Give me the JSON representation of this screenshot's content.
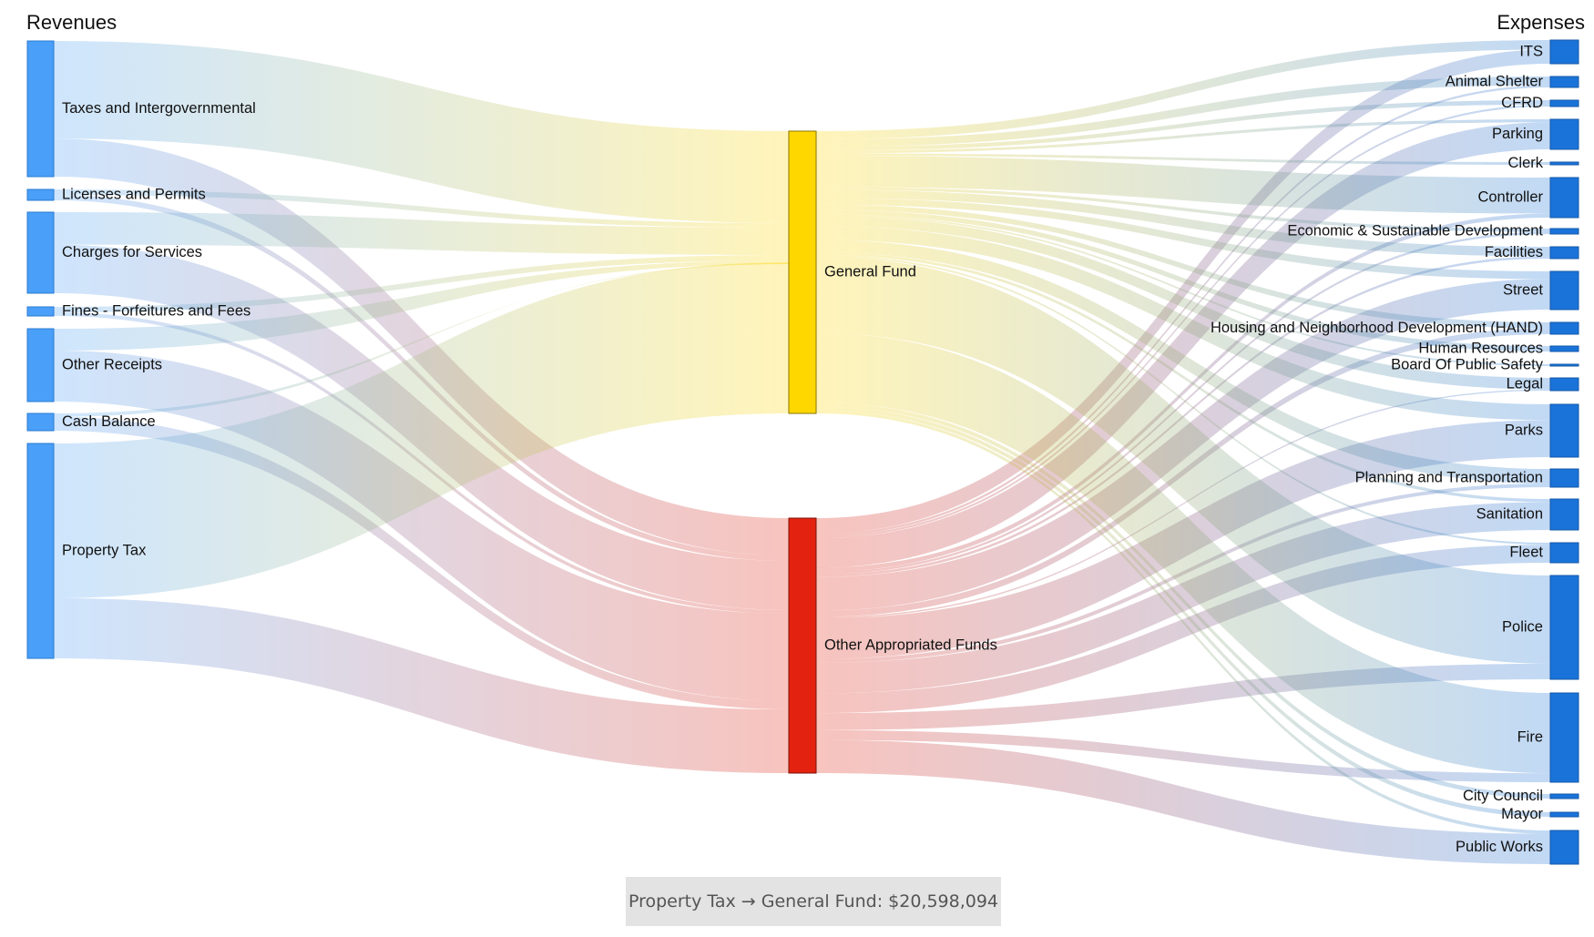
{
  "column_titles": {
    "left": "Revenues",
    "right": "Expenses"
  },
  "tooltip": {
    "text": "Property Tax → General Fund: $20,598,094"
  },
  "colors": {
    "revenue": "#4a9ff8",
    "general_fund": "#ffd700",
    "other_funds": "#e3230f",
    "expense": "#1a73d9"
  },
  "revenues": [
    {
      "id": "taxes",
      "label": "Taxes and Intergovernmental"
    },
    {
      "id": "licenses",
      "label": "Licenses and Permits"
    },
    {
      "id": "charges",
      "label": "Charges for Services"
    },
    {
      "id": "fines",
      "label": "Fines - Forfeitures and Fees"
    },
    {
      "id": "other_receipts",
      "label": "Other Receipts"
    },
    {
      "id": "cash",
      "label": "Cash Balance"
    },
    {
      "id": "property",
      "label": "Property Tax"
    }
  ],
  "funds": [
    {
      "id": "general",
      "label": "General Fund"
    },
    {
      "id": "other_funds",
      "label": "Other Appropriated Funds"
    }
  ],
  "expenses": [
    {
      "id": "its",
      "label": "ITS"
    },
    {
      "id": "animal",
      "label": "Animal Shelter"
    },
    {
      "id": "cfrd",
      "label": "CFRD"
    },
    {
      "id": "parking",
      "label": "Parking"
    },
    {
      "id": "clerk",
      "label": "Clerk"
    },
    {
      "id": "controller",
      "label": "Controller"
    },
    {
      "id": "esd",
      "label": "Economic & Sustainable Development"
    },
    {
      "id": "facilities",
      "label": "Facilities"
    },
    {
      "id": "street",
      "label": "Street"
    },
    {
      "id": "hand",
      "label": "Housing and Neighborhood Development (HAND)"
    },
    {
      "id": "hr",
      "label": "Human Resources"
    },
    {
      "id": "bps",
      "label": "Board Of Public Safety"
    },
    {
      "id": "legal",
      "label": "Legal"
    },
    {
      "id": "parks",
      "label": "Parks"
    },
    {
      "id": "planning",
      "label": "Planning and Transportation"
    },
    {
      "id": "sanitation",
      "label": "Sanitation"
    },
    {
      "id": "fleet",
      "label": "Fleet"
    },
    {
      "id": "police",
      "label": "Police"
    },
    {
      "id": "fire",
      "label": "Fire"
    },
    {
      "id": "council",
      "label": "City Council"
    },
    {
      "id": "mayor",
      "label": "Mayor"
    },
    {
      "id": "publicworks",
      "label": "Public Works"
    }
  ]
}
